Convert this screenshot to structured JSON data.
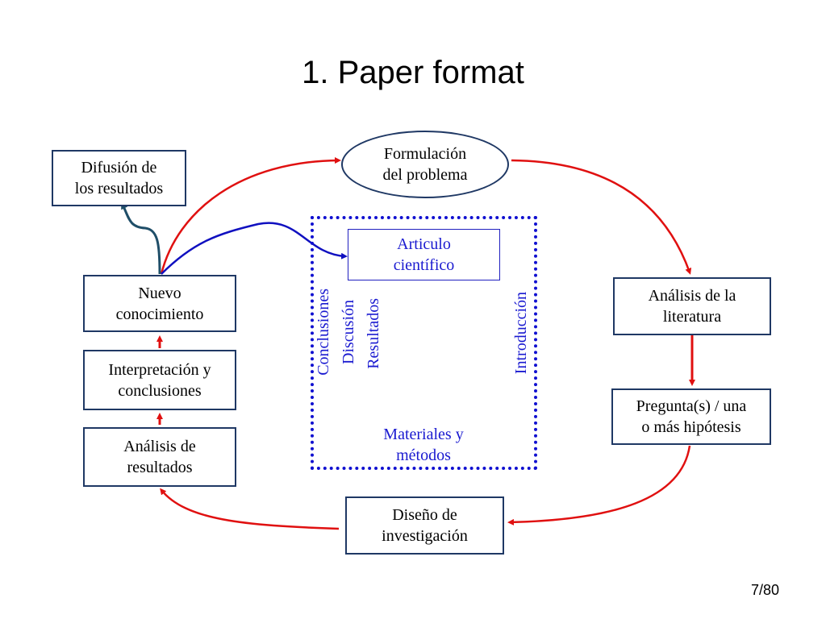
{
  "title": "1. Paper format",
  "nodes": {
    "formulacion": [
      "Formulación",
      "del problema"
    ],
    "analisis_literatura": [
      "Análisis de la",
      "literatura"
    ],
    "pregunta": [
      "Pregunta(s) / una",
      "o más hipótesis"
    ],
    "diseno": [
      "Diseño de",
      "investigación"
    ],
    "analisis_resultados": [
      "Análisis de",
      "resultados"
    ],
    "interpretacion": [
      "Interpretación y",
      "conclusiones"
    ],
    "nuevo_conocimiento": [
      "Nuevo",
      "conocimiento"
    ],
    "difusion": [
      "Difusión de",
      "los resultados"
    ],
    "articulo": [
      "Articulo",
      "científico"
    ]
  },
  "paper_sections": {
    "introduccion": "Introducción",
    "materiales": [
      "Materiales y",
      "métodos"
    ],
    "resultados": "Resultados",
    "discusion": "Discusión",
    "conclusiones": "Conclusiones"
  },
  "colors": {
    "cycle_arrow": "#e01010",
    "paper_flow_arrow": "#1010c0",
    "dissemination_arrow": "#1f4e68",
    "node_border": "#1f3864",
    "paper_text": "#1a1ad0"
  },
  "page_number": "7/80"
}
